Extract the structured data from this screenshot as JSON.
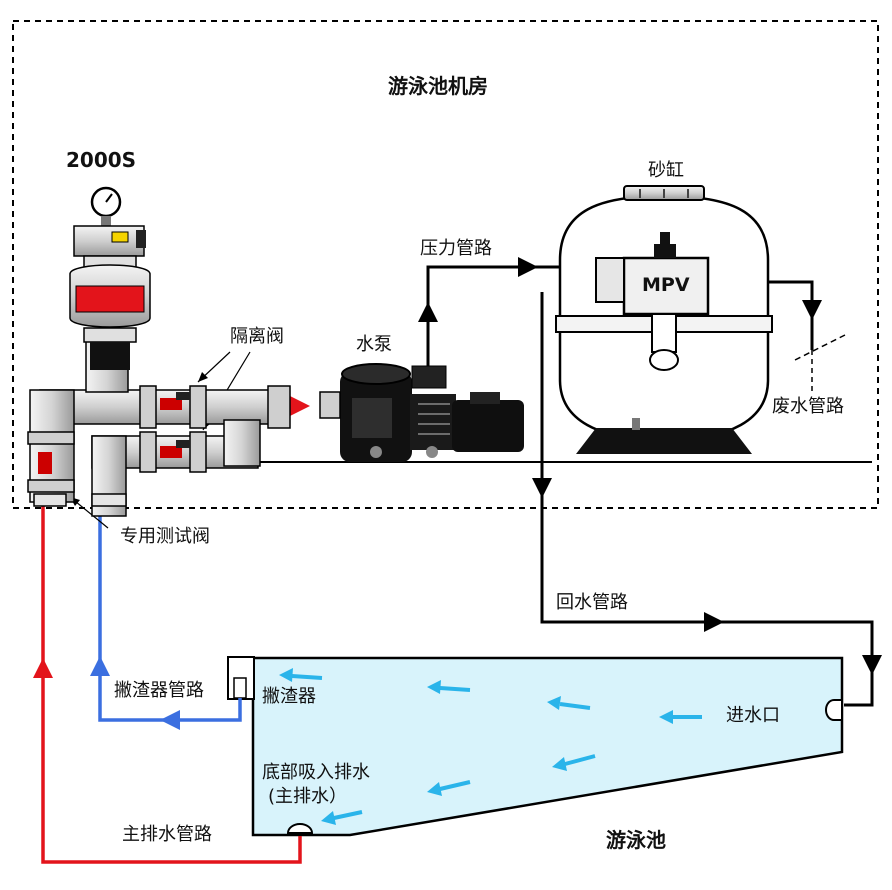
{
  "room_title": "游泳池机房",
  "device_model": "2000S",
  "labels": {
    "sand_tank": "砂缸",
    "mpv": "MPV",
    "pressure_pipe": "压力管路",
    "pump": "水泵",
    "isolation_valve": "隔离阀",
    "waste_pipe": "废水管路",
    "test_valve": "专用测试阀",
    "return_pipe": "回水管路",
    "skimmer_pipe": "撇渣器管路",
    "skimmer": "撇渣器",
    "inlet": "进水口",
    "bottom_drain": "底部吸入排水",
    "main_drain_paren": "(主排水）",
    "main_drain_pipe": "主排水管路",
    "pool": "游泳池"
  },
  "colors": {
    "main_drain_line": "#e3141b",
    "skimmer_line": "#3b6fe0",
    "water": "#d8f3fb",
    "flow_arrow": "#2ab4ea",
    "pipe_line": "#000000"
  }
}
